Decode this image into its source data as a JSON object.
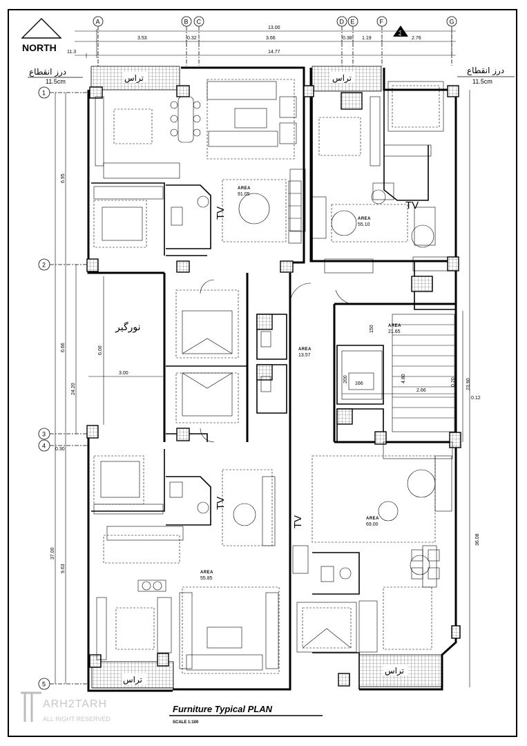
{
  "title": "Furniture Typical  PLAN",
  "scale": "SCALE  1:100",
  "north_label": "NORTH",
  "watermark": {
    "brand": "ARH2TARH",
    "rights": "ALL RIGHT RESERVED"
  },
  "grid_columns": [
    "A",
    "B",
    "C",
    "D",
    "E",
    "F",
    "G"
  ],
  "grid_rows": [
    "1",
    "2",
    "3",
    "4",
    "5"
  ],
  "section_mark": "A-A",
  "top_dimensions": {
    "overall": "13.00",
    "total": "14.77",
    "left_offset": "11.3",
    "segments": [
      "3.53",
      "0.32",
      "3.66",
      "0.38",
      "1.19",
      "2.76"
    ]
  },
  "left_dimensions": {
    "row1_2": "6.95",
    "row2_3": "6.66",
    "middle": "24.20",
    "row3_4": "0.30",
    "row4_5": "9.63",
    "overall": "37.00"
  },
  "right_dimensions": {
    "overall": "36.08",
    "mid": "23.90",
    "small": "0.12"
  },
  "joint_labels": [
    {
      "text": "درز انقطاع",
      "size": "11.5cm"
    },
    {
      "text": "درز انقطاع",
      "size": "11.5cm"
    }
  ],
  "terrace_label": "تراس",
  "lightwell": {
    "label": "نورگیر",
    "width": "3.00",
    "height": "6.00"
  },
  "stair": {
    "width": "2.66",
    "length": "4.80",
    "step": "150",
    "side": "0.20"
  },
  "elevator": {
    "width": "200",
    "depth": "166"
  },
  "tv_label": "TV",
  "area_label": "AREA",
  "areas": {
    "unit_nw": "91.05",
    "unit_ne": "55.10",
    "core": "13.57",
    "stair": "21.65",
    "unit_sw": "55.85",
    "unit_se": "69.00"
  }
}
